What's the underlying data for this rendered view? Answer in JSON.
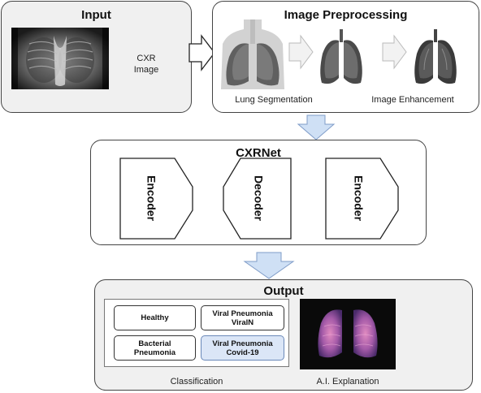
{
  "input": {
    "title": "Input",
    "cxr_label_line1": "CXR",
    "cxr_label_line2": "Image"
  },
  "preprocessing": {
    "title": "Image Preprocessing",
    "step1_label": "Lung Segmentation",
    "step2_label": "Image Enhancement"
  },
  "cxrnet": {
    "title": "CXRNet",
    "blocks": [
      "Encoder",
      "Decoder",
      "Encoder"
    ]
  },
  "output": {
    "title": "Output",
    "classes": [
      "Healthy",
      "Viral Pneumonia ViralN",
      "Bacterial Pneumonia",
      "Viral Pneumonia Covid-19"
    ],
    "classification_label": "Classification",
    "explanation_label": "A.I. Explanation"
  },
  "colors": {
    "panel_fill": "#f0f0f0",
    "arrow_blue": "#cfe0f5",
    "highlight": "#dbe6f7",
    "heatmap_bg": "#0a0a0a"
  }
}
